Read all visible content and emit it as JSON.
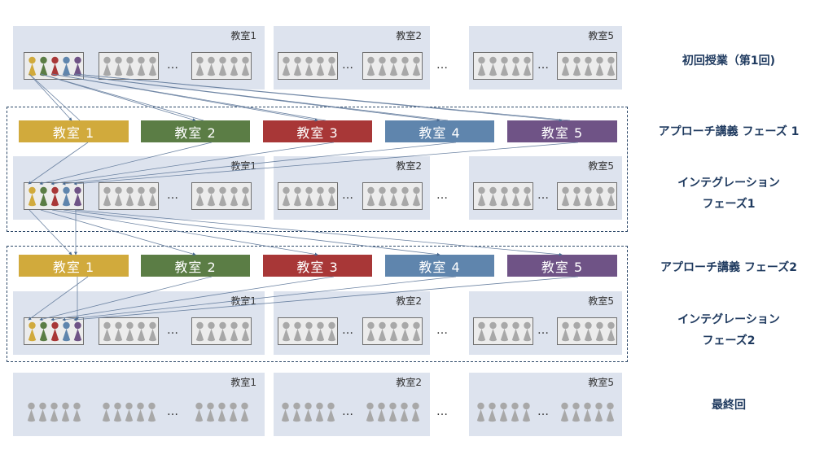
{
  "colors": {
    "yellow": "#d1aa3c",
    "green": "#5b7d45",
    "red": "#a83737",
    "blue": "#5f85ad",
    "purple": "#6f5386",
    "gray_person": "#a8a8a8",
    "panel_bg": "#dde3ee",
    "label_text": "#1f3a5f",
    "line": "#6d84a3"
  },
  "classrooms": [
    "教室1",
    "教室2",
    "教室5"
  ],
  "ellipsis": "…",
  "lectures": [
    {
      "label": "教室 1",
      "color": "#d1aa3c"
    },
    {
      "label": "教室 2",
      "color": "#5b7d45"
    },
    {
      "label": "教室 3",
      "color": "#a83737"
    },
    {
      "label": "教室 4",
      "color": "#5f85ad"
    },
    {
      "label": "教室 5",
      "color": "#6f5386"
    }
  ],
  "phase_labels": {
    "first": "初回授業（第1回)",
    "approach1": "アプローチ講義 フェーズ 1",
    "integration1_line1": "インテグレーション",
    "integration1_line2": "フェーズ1",
    "approach2": "アプローチ講義 フェーズ2",
    "integration2_line1": "インテグレーション",
    "integration2_line2": "フェーズ2",
    "last": "最終回"
  },
  "icons": {
    "person": "person-icon"
  }
}
